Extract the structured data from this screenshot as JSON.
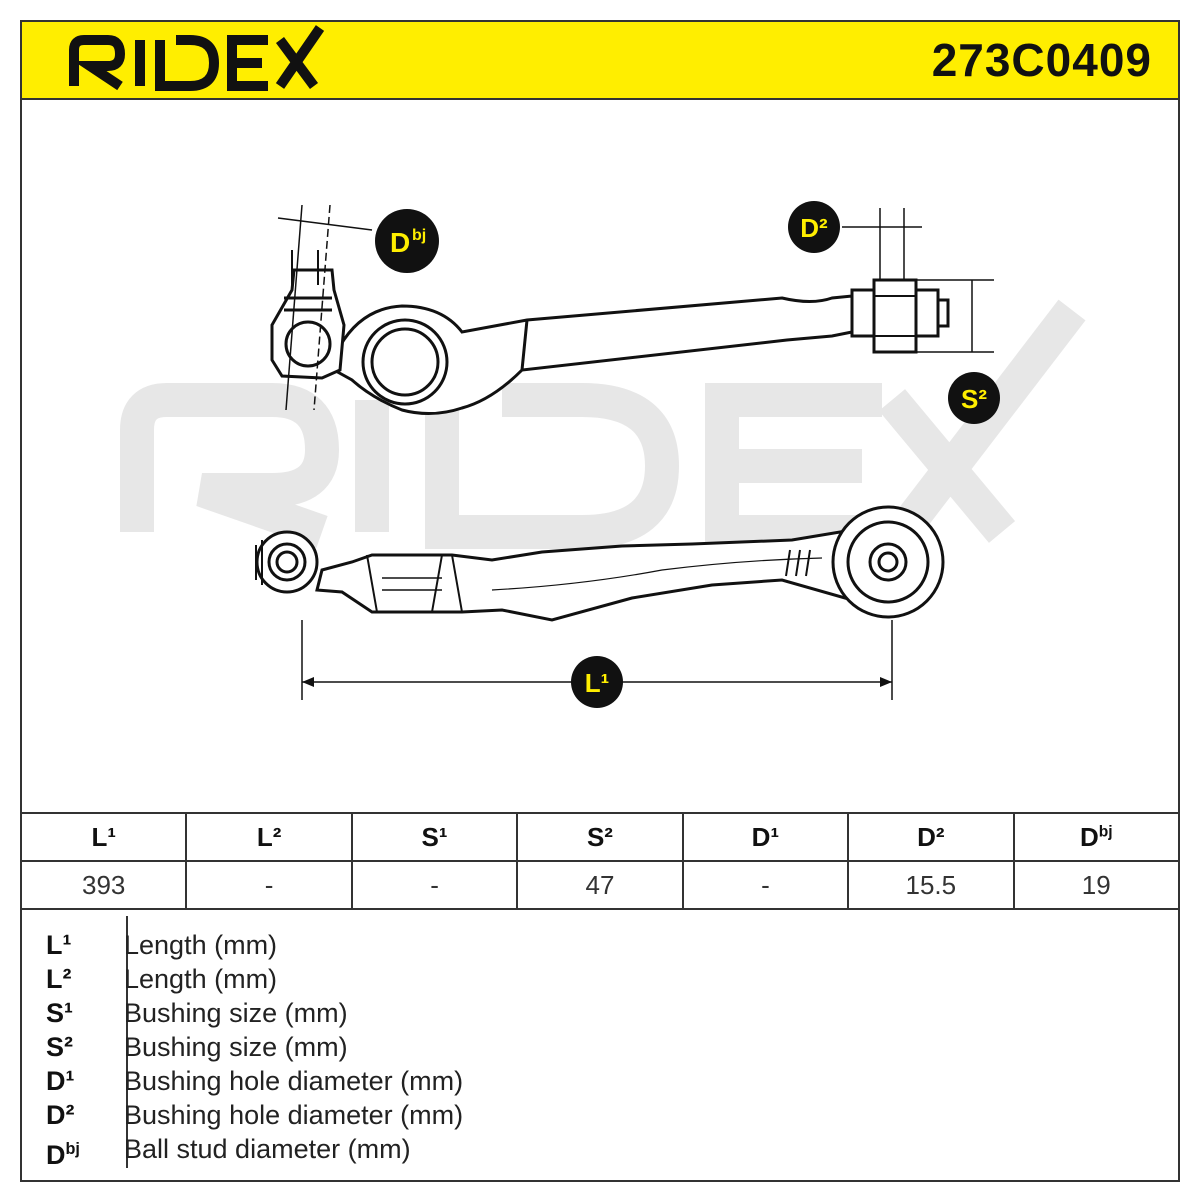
{
  "header": {
    "brand": "RIDEX",
    "part_number": "273C0409"
  },
  "drawing": {
    "watermark": "RIDEX",
    "badges": {
      "dbj": "D",
      "dbj_sup": "bj",
      "d2": "D²",
      "s2": "S²",
      "l1": "L¹"
    }
  },
  "specs": {
    "headers": [
      "L¹",
      "L²",
      "S¹",
      "S²",
      "D¹",
      "D²",
      "D"
    ],
    "header_last_sup": "bj",
    "values": [
      "393",
      "-",
      "-",
      "47",
      "-",
      "15.5",
      "19"
    ]
  },
  "legend": [
    {
      "symbol": "L¹",
      "sup": "",
      "desc": "Length (mm)"
    },
    {
      "symbol": "L²",
      "sup": "",
      "desc": "Length (mm)"
    },
    {
      "symbol": "S¹",
      "sup": "",
      "desc": "Bushing size (mm)"
    },
    {
      "symbol": "S²",
      "sup": "",
      "desc": "Bushing size (mm)"
    },
    {
      "symbol": "D¹",
      "sup": "",
      "desc": "Bushing hole diameter (mm)"
    },
    {
      "symbol": "D²",
      "sup": "",
      "desc": "Bushing hole diameter (mm)"
    },
    {
      "symbol": "D",
      "sup": "bj",
      "desc": "Ball stud diameter (mm)"
    }
  ],
  "colors": {
    "accent": "#ffee00",
    "ink": "#111111",
    "watermark": "#e6e6e6"
  }
}
